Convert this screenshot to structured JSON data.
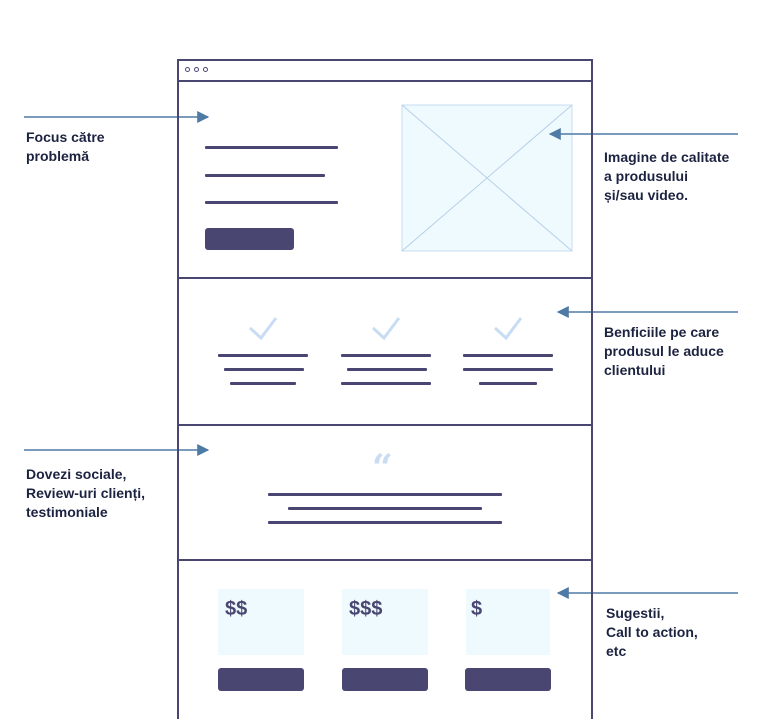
{
  "annotations": {
    "focus": "Focus către\nproblemă",
    "image": "Imagine de calitate\na produsului\nși/sau video.",
    "benefits": "Benficiile pe care\nprodusul le aduce\nclientului",
    "social": "Dovezi sociale,\nReview-uri clienți,\ntestimoniale",
    "cta": "Sugestii,\nCall to action,\netc"
  },
  "pricing": {
    "card1": "$$",
    "card2": "$$$",
    "card3": "$"
  },
  "quote_mark": "“",
  "colors": {
    "frame": "#4a4672",
    "arrow": "#4e7aa6",
    "light_fill": "#eefafe",
    "check": "#c8dcf3"
  }
}
